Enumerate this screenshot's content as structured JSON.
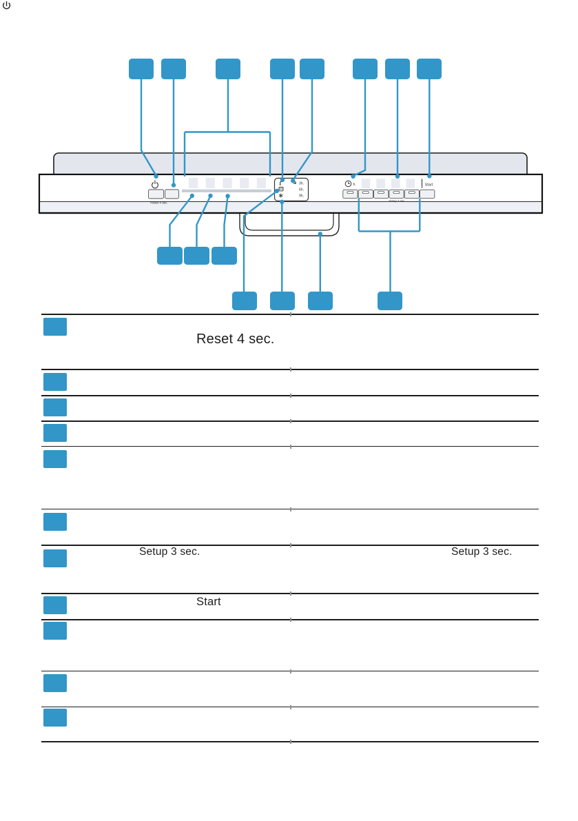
{
  "figure": {
    "panel": {
      "power_reset_label": "Reset 4 sec.",
      "delay_header_label": "h.",
      "delay_times": [
        "3h.",
        "6h.",
        "9h."
      ],
      "start_label": "Start",
      "setup_label": "Setup 3 sec."
    },
    "callouts": {
      "top_row_count": 8,
      "middle_row_count": 3,
      "bottom_row_count": 4,
      "labels": ""
    },
    "colors": {
      "accent": "#3296c8",
      "panel_outline": "#1a1a1a",
      "band_fill": "#e3e7ed",
      "indicator_fill": "#e8ebf1",
      "bar_fill": "#c6cdd6",
      "button_fill": "#eff1f5"
    }
  },
  "table": {
    "rows": [
      {
        "left": "Reset 4 sec.",
        "right": ""
      },
      {
        "left": "",
        "right": ""
      },
      {
        "left": "",
        "right": ""
      },
      {
        "left": "",
        "right": ""
      },
      {
        "left": "",
        "right": ""
      },
      {
        "left": "",
        "right": ""
      },
      {
        "left": "Setup 3 sec.",
        "right": "Setup 3 sec."
      },
      {
        "left": "Start",
        "right": ""
      },
      {
        "left": "",
        "right": ""
      },
      {
        "left": "",
        "right": ""
      },
      {
        "left": "",
        "right": ""
      }
    ]
  }
}
